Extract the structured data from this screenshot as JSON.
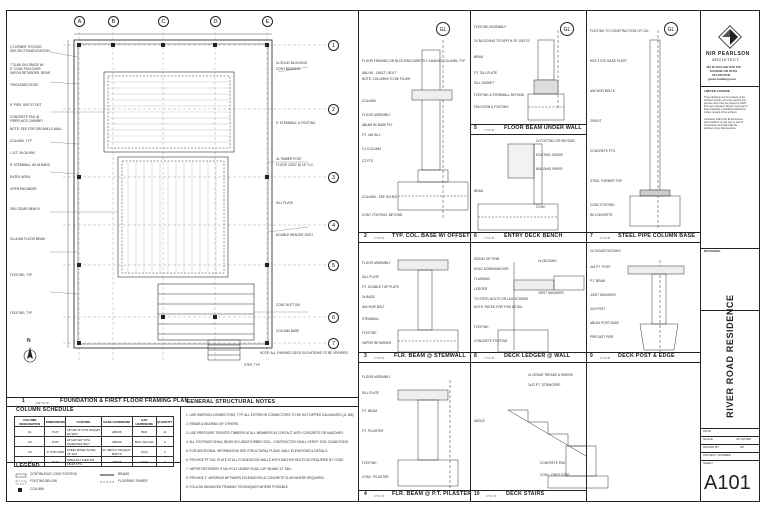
{
  "plan": {
    "grid_letters": [
      "A",
      "B",
      "C",
      "D",
      "E"
    ],
    "grid_numbers": [
      "1",
      "2",
      "3",
      "4",
      "5",
      "6",
      "7"
    ],
    "detail_number": "1",
    "title": "FOUNDATION & FIRST FLOOR FRAMING PLAN",
    "scale": "1/4\"=1'-0\"",
    "north_label": "N",
    "callouts_left": [
      "2 CORNER TO EDGE",
      "SEE SECTION/ELEVATION",
      "7 SLAB ON GRADE W/",
      "6\" CONC FDN OVER",
      "VAPOR RETARDER, REINF",
      "THICKENED EDGE",
      "6\" PIER, SEE ST DET",
      "CONCRETE PAD @",
      "FIREPLACE CHIMNEY",
      "NOTE: SEE FOR GROUND & WALL",
      "COLUMN, TYP",
      "1 1/2\" 26 GA RIM",
      "8\" STEMWALL W/ #4 BARS",
      "ENTRY AREA",
      "OPEN ENGINEER",
      "SIM CEDAR BENCH",
      "GLULAM FLOOR BEAM",
      "FOOTING, TYP",
      "FOOTING, TYP"
    ],
    "callouts_right": [
      "2x SOLID BLOCKING",
      "CONT BEARING",
      "6\" STEMWALL & FOOTING",
      "4x TIMBER POST",
      "FLOOR JOIST @ 16\" O.C.",
      "SILL PLATE",
      "DOUBLE HEADER JOIST",
      "CONC BOTTOM",
      "NOTE: ALL FINISHED DECK ELEVATIONS TO BE VERIFIED",
      "COLUMN BASE",
      "STEP, TYP"
    ]
  },
  "column_schedule": {
    "title": "COLUMN SCHEDULE",
    "headers": [
      "COLUMN DESIGNATION",
      "DIMENSIONS",
      "FOOTING",
      "BASE HARDWARE",
      "CAP HARDWARE",
      "QUANTITY"
    ],
    "rows": [
      [
        "C1",
        "6\"x6\"",
        "18\"x18\"x8\" FTG W/(3)#4 EA WAY",
        "ABU66",
        "BC6",
        "11"
      ],
      [
        "C2",
        "6\"x6\"",
        "24\"x24\"x10\" FTG W/(4)#4 EA WAY",
        "ABU66",
        "BC6 / ECCLR",
        "6"
      ],
      [
        "C3",
        "3\" STD PIPE",
        "STEEL BASE PLATE, 18\" DIA",
        "PL 3/8x7x7 W/(4)1/2\" BOLTS",
        "CCQ",
        "2"
      ],
      [
        "C4",
        "6\"x6\"",
        "PRECAST PIER ON 18x18 FTG",
        "ABU66",
        "CCQ",
        "4"
      ]
    ]
  },
  "legend": {
    "title": "LEGEND",
    "items": [
      "CONTINUOUS CONC FOOTING",
      "FOOTING BELOW",
      "COLUMN",
      "BEAMS",
      "FLOORING TIMBER"
    ]
  },
  "general_notes": {
    "title": "GENERAL STRUCTURAL NOTES",
    "items": [
      "1. USE SIMPSON CONNECTORS, TYP. ALL EXTERIOR CONNECTORS TO BE HOT DIPPED GALVANIZED (G-185).",
      "2. REBAR & BEARING BY OTHERS.",
      "3. USE PRESSURE TREATED TIMBERS AT ALL MEMBERS IN CONTACT WITH CONCRETE OR MASONRY.",
      "4. ALL FOOTINGS SHALL BEAR ON UNDISTURBED SOIL - CONTRACTOR SHALL VERIFY SOIL CONDITIONS.",
      "5. FOR ADDITIONAL INFORMATION SEE STRUCTURAL PLANS, WALL ELEVATIONS & DETAILS.",
      "6. PROVIDE PT SILL PLATE AT ALL FOUNDATION WALLS WITH ANCHOR BOLTS AS REQUIRED BY CODE.",
      "7. VAPOR RETARDER: 6 MIL POLY UNDER SLAB, LAP SEAMS 12\" MIN.",
      "8. PROVIDE 1\" AIRSPACE BETWEEN FOUNDATION & CONCRETE SLAB WHERE REQUIRED.",
      "9. FOLLOW ADVANCED FRAMING TECHNIQUES WHERE POSSIBLE."
    ]
  },
  "details": [
    {
      "num": "5",
      "title": "FLOOR BEAM UNDER WALL",
      "scale": "1\"=1'-0\""
    },
    {
      "num": "2",
      "title": "TYP. COL. BASE W/ OFFSET",
      "scale": "1\"=1'-0\""
    },
    {
      "num": "6",
      "title": "ENTRY DECK BENCH",
      "scale": "1\"=1'-0\""
    },
    {
      "num": "7",
      "title": "STEEL PIPE COLUMN BASE",
      "scale": "1\"=1'-0\""
    },
    {
      "num": "3",
      "title": "FLR. BEAM @ STEMWALL",
      "scale": "1\"=1'-0\""
    },
    {
      "num": "8",
      "title": "DECK LEDGER @ WALL",
      "scale": "1\"=1'-0\""
    },
    {
      "num": "9",
      "title": "DECK POST & EDGE",
      "scale": "1\"=1'-0\""
    },
    {
      "num": "4",
      "title": "FLR. BEAM @ P.T. PILASTER",
      "scale": "1\"=1'-0\""
    },
    {
      "num": "10",
      "title": "DECK STAIRS",
      "scale": "1\"=1'-0\""
    }
  ],
  "detail_labels": {
    "d5": [
      "FOOTING ASSEMBLY",
      "2X BLOCKING TO DEPTH OF JOISTS",
      "BEAM",
      "P.T. SILL PLATE",
      "SILL GASKET",
      "FOOTING & STEMWALL BEYOND",
      "FDN STEM & FOOTING"
    ],
    "d2": [
      "FLOOR FRAMING OR BLOCKING DIRECTLY AGAINST COLUMN, TYP",
      "ABU 66 - 1BOLT / BOLT",
      "NOTE: COLUMNS TO BE FLUSH",
      "COLUMN",
      "FLOOR ASSEMBLY",
      "ABU66 W/ BASE PLT",
      "P.T. 4x6 SILL",
      "C1 COLUMN",
      "C2 FTG",
      "COLUMN - SEE SCHED",
      "CONT. FOOTING, BEYOND"
    ],
    "d6": [
      "2x FOOTING OR BEYOND",
      "EXISTING GRADE",
      "BEAM",
      "BUILDING PAPER",
      "CONC"
    ],
    "d7": [
      "FOOTING TO CONSTRUCTION OF COL",
      "HSS 3 STD BASE PLATE",
      "ANCHOR BOLTS",
      "GROUT",
      "CONCRETE FTG",
      "STEEL FORMER TOP",
      "CONC FOOTING",
      "W/ CONCRETE"
    ],
    "d3": [
      "FLOOR ASSEMBLY",
      "SILL PLATE",
      "P.T. DOUBLE TOP PLATE",
      "2x BASE",
      "ANCHOR BOLT",
      "STEMWALL",
      "FOOTING",
      "VAPOR RETARDER"
    ],
    "d8": [
      "SIDING OR TRIM",
      "HOLD DOWN/ANCHOR",
      "FLASHING",
      "LEDGER",
      "TO STEEL BOLTS OR LAG SCREWS",
      "NOTE: RATED FOR THIS DETAIL",
      "JOIST HANGERS",
      "2x DECKING",
      "FOOTING",
      "CONCRETE FOOTING"
    ],
    "d9": [
      "2x CEDAR DECKING",
      "4x4 P.T. POST",
      "P.T. BEAM",
      "JOIST HANGERS",
      "4X4 POST",
      "ABU44 POST BASE",
      "PRECAST PIER"
    ],
    "d4": [
      "FLOOR ASSEMBLY",
      "SILL PLATE",
      "P.T. BEAM",
      "P.T. PILASTER",
      "FOOTING",
      "CONC. PILASTER"
    ],
    "d10": [
      "2x CEDAR TREADS & RISERS",
      "2x12 P.T. STRINGERS",
      "ANGLE",
      "CONCRETE PAD",
      "CONC. FIRST STEP"
    ]
  },
  "titleblock": {
    "firm_name": "NIR PEARLSON",
    "firm_sub": "ARCHITECT",
    "address": "453 W 10th AVE STE 100",
    "city": "EUGENE OR 97401",
    "phone": "541.345.5542",
    "web": "green-building.com",
    "license_title": "LIMITED LICENSE",
    "license_text": [
      "These drawings are the property of the",
      "architect and are not to be used for any",
      "purpose other than the project for which",
      "they were prepared. Reuse of any part of",
      "these drawings is prohibited without the",
      "written consent of the architect.",
      "",
      "Contractor shall verify all dimensions",
      "and conditions on site prior to start of",
      "construction and shall notify the",
      "architect of any discrepancies."
    ],
    "revisions_label": "REVISIONS",
    "project_name": "RIVER ROAD RESIDENCE",
    "date_label": "DATE",
    "scale_label": "SCALE",
    "scale_value": "AS NOTED",
    "drawn_label": "DRAWN BY",
    "drawn_value": "NP",
    "project_number_label": "PROJECT NUMBER",
    "sheet_label": "SHEET",
    "sheet_number": "A101"
  }
}
